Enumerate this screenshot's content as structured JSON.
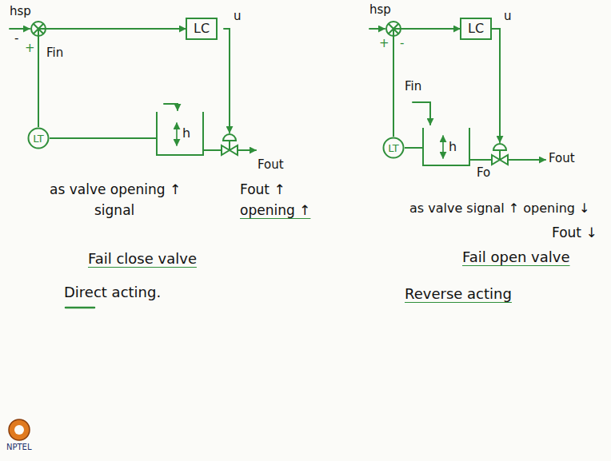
{
  "diagram": {
    "nodes": [
      {
        "text": [
          "LC"
        ]
      },
      {
        "text": [
          "LT"
        ]
      },
      {
        "text": [
          "h"
        ]
      },
      {
        "text": [
          "LC"
        ]
      },
      {
        "text": [
          "LT"
        ]
      },
      {
        "text": [
          "h"
        ]
      }
    ],
    "edges": [
      {
        "from": 1,
        "to": 0,
        "arrow": "to"
      },
      {
        "from": 1,
        "to": 2,
        "arrow": "none"
      },
      {
        "from": 4,
        "to": 3,
        "arrow": "to"
      },
      {
        "from": 4,
        "to": 5,
        "arrow": "none"
      }
    ],
    "labels": [
      "hsp",
      "-",
      "+",
      "Fin",
      "u",
      "Fout",
      "as valve opening ↑",
      "signal",
      "Fout ↑",
      "opening ↑",
      "Fail close valve",
      "Direct acting.",
      "hsp",
      "+",
      "-",
      "u",
      "Fin",
      "Fo",
      "Fout",
      "as valve signal ↑ opening ↓",
      "Fout ↓",
      "Fail open valve",
      "Reverse acting",
      "NPTEL"
    ]
  }
}
